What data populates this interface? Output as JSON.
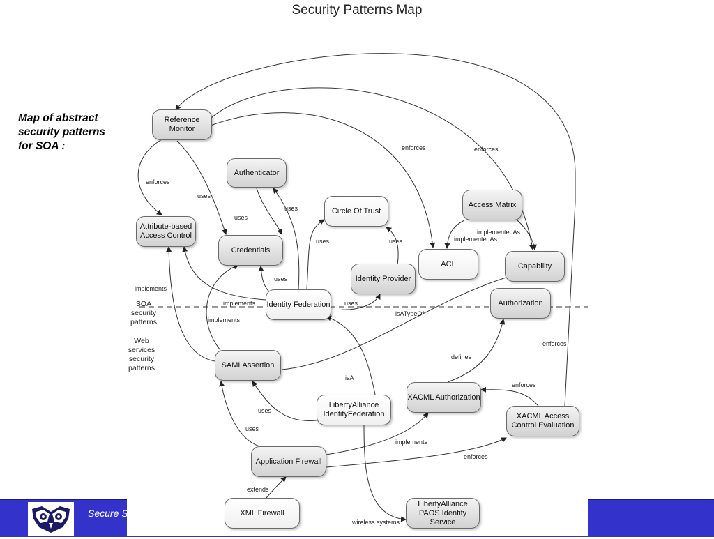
{
  "title": "Security Patterns Map",
  "caption": "Map of abstract security patterns for SOA :",
  "footer": {
    "text": "Secure S"
  },
  "layers": {
    "upper": "SOA security patterns",
    "lower": "Web services security patterns"
  },
  "nodes": {
    "reference_monitor": "Reference Monitor",
    "authenticator": "Authenticator",
    "attribute_based_access_control": "Attribute-based Access Control",
    "credentials": "Credentials",
    "circle_of_trust": "Circle Of Trust",
    "access_matrix": "Access Matrix",
    "identity_provider": "Identity Provider",
    "acl": "ACL",
    "capability": "Capability",
    "identity_federation": "Identity Federation",
    "authorization": "Authorization",
    "saml_assertion": "SAMLAssertion",
    "liberty_alliance_identity_federation": "LibertyAlliance IdentityFederation",
    "xacml_authorization": "XACML Authorization",
    "xacml_access_control_evaluation": "XACML Access Control Evaluation",
    "application_firewall": "Application Firewall",
    "xml_firewall": "XML Firewall",
    "liberty_alliance_paos_identity_service": "LibertyAlliance PAOS Identity Service"
  },
  "edge_labels": {
    "enforces_1": "enforces",
    "enforces_2": "enforces",
    "enforces_3": "enforces",
    "enforces_4": "enforces",
    "enforces_5": "enforces",
    "enforces_6": "enforces",
    "uses_1": "uses",
    "uses_2": "uses",
    "uses_3": "uses",
    "uses_4": "uses",
    "uses_5": "uses",
    "uses_6": "uses",
    "uses_7": "uses",
    "uses_8": "uses",
    "uses_9": "uses",
    "implemented_as_1": "implementedAs",
    "implemented_as_2": "implementedAs",
    "implements_1": "implements",
    "implements_2": "implements",
    "implements_3": "implements",
    "implements_4": "implements",
    "is_a_type_of": "isATypeOf",
    "defines": "defines",
    "is_a": "isA",
    "extends": "extends",
    "wireless_systems": "wireless systems"
  }
}
